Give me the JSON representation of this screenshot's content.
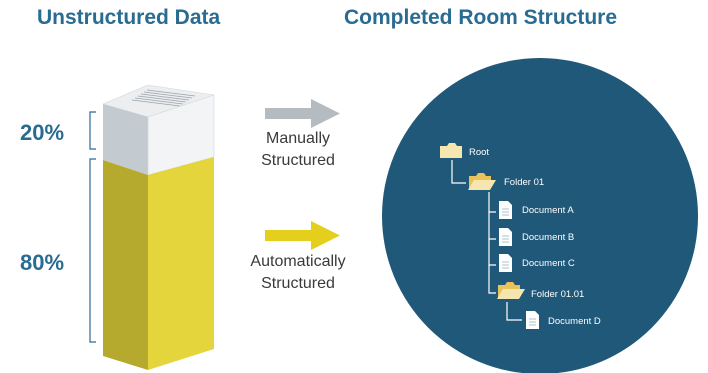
{
  "headings": {
    "left": "Unstructured Data",
    "right": "Completed Room Structure"
  },
  "percentages": {
    "top": "20%",
    "bottom": "80%"
  },
  "arrows": {
    "manual": {
      "line1": "Manually",
      "line2": "Structured",
      "color": "#b4bcc2"
    },
    "auto": {
      "line1": "Automatically",
      "line2": "Structured",
      "color": "#e3cf1c"
    }
  },
  "colors": {
    "heading": "#2a6b92",
    "circle": "#1f5878",
    "block_white": "#f2f3f4",
    "block_gray": "#c4cbd0",
    "block_yellow_front": "#e3d53b",
    "block_yellow_side": "#b9ad2f"
  },
  "tree": {
    "root": "Root",
    "folder1": "Folder 01",
    "docA": "Document A",
    "docB": "Document B",
    "docC": "Document C",
    "folder2": "Folder 01.01",
    "docD": "Document D"
  },
  "icons": [
    "folder-icon",
    "folder-open-icon",
    "document-icon",
    "arrow-right-icon"
  ]
}
